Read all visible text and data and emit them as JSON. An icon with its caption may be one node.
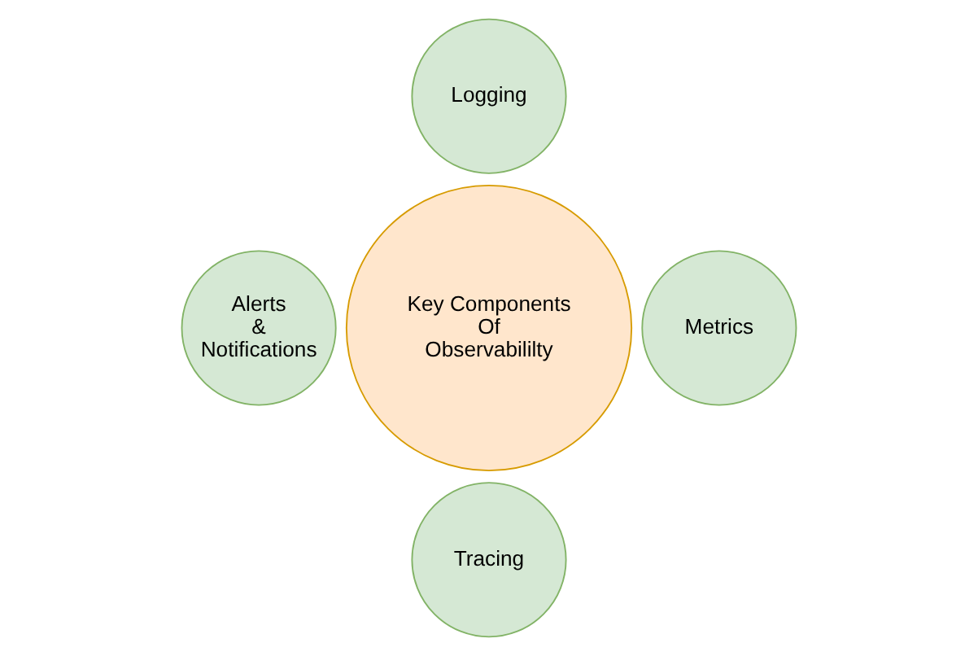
{
  "diagram": {
    "nodes": [
      {
        "text": [
          "Key Components Of Observabililty"
        ]
      },
      {
        "text": [
          "Logging"
        ]
      },
      {
        "text": [
          "Alerts & Notifications"
        ]
      },
      {
        "text": [
          "Metrics"
        ]
      },
      {
        "text": [
          "Tracing"
        ]
      }
    ]
  }
}
